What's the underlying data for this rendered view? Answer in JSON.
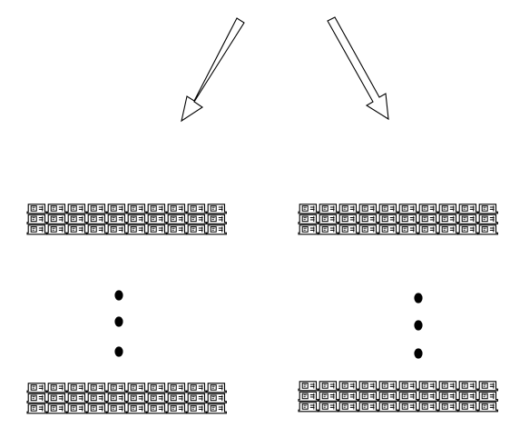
{
  "diagram": {
    "columns": [
      {
        "id": "left",
        "arrow": {
          "direction": "down-left"
        },
        "stacks": [
          {
            "id": "top",
            "rows": 3,
            "cols": 10
          },
          {
            "id": "bottom",
            "rows": 3,
            "cols": 10
          }
        ],
        "ellipsis": {
          "dots": 3
        }
      },
      {
        "id": "right",
        "arrow": {
          "direction": "down-right"
        },
        "stacks": [
          {
            "id": "top",
            "rows": 3,
            "cols": 10
          },
          {
            "id": "bottom",
            "rows": 3,
            "cols": 10
          }
        ],
        "ellipsis": {
          "dots": 3
        }
      }
    ],
    "colors": {
      "stroke": "#000000",
      "background": "#ffffff"
    }
  }
}
